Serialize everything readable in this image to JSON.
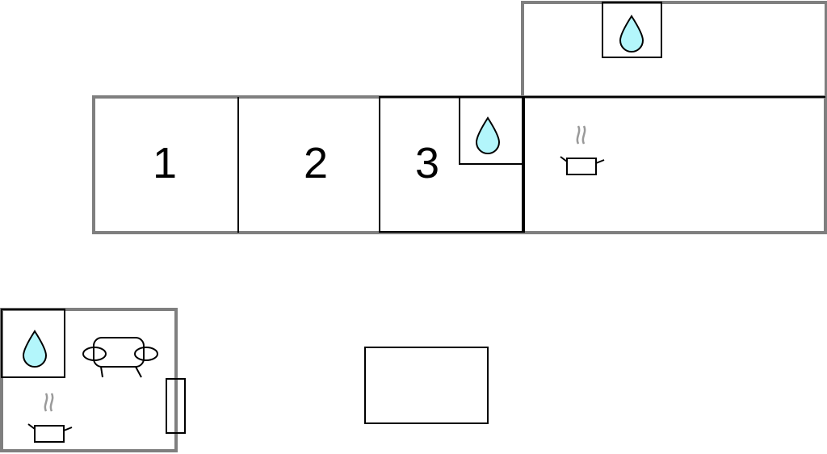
{
  "plan": {
    "rooms": [
      {
        "label": "1"
      },
      {
        "label": "2"
      },
      {
        "label": "3"
      }
    ]
  },
  "icons": {
    "bathroom": "water-drop-icon",
    "kitchen": "cooking-pot-icon",
    "living": "sofa-icon",
    "window": "window-icon",
    "pool": "swimming-pool-icon"
  },
  "colors": {
    "water": "#b3f6fb",
    "outer_wall": "#7f7f7f",
    "inner_wall": "#000000",
    "steam": "#9a9a9a"
  }
}
